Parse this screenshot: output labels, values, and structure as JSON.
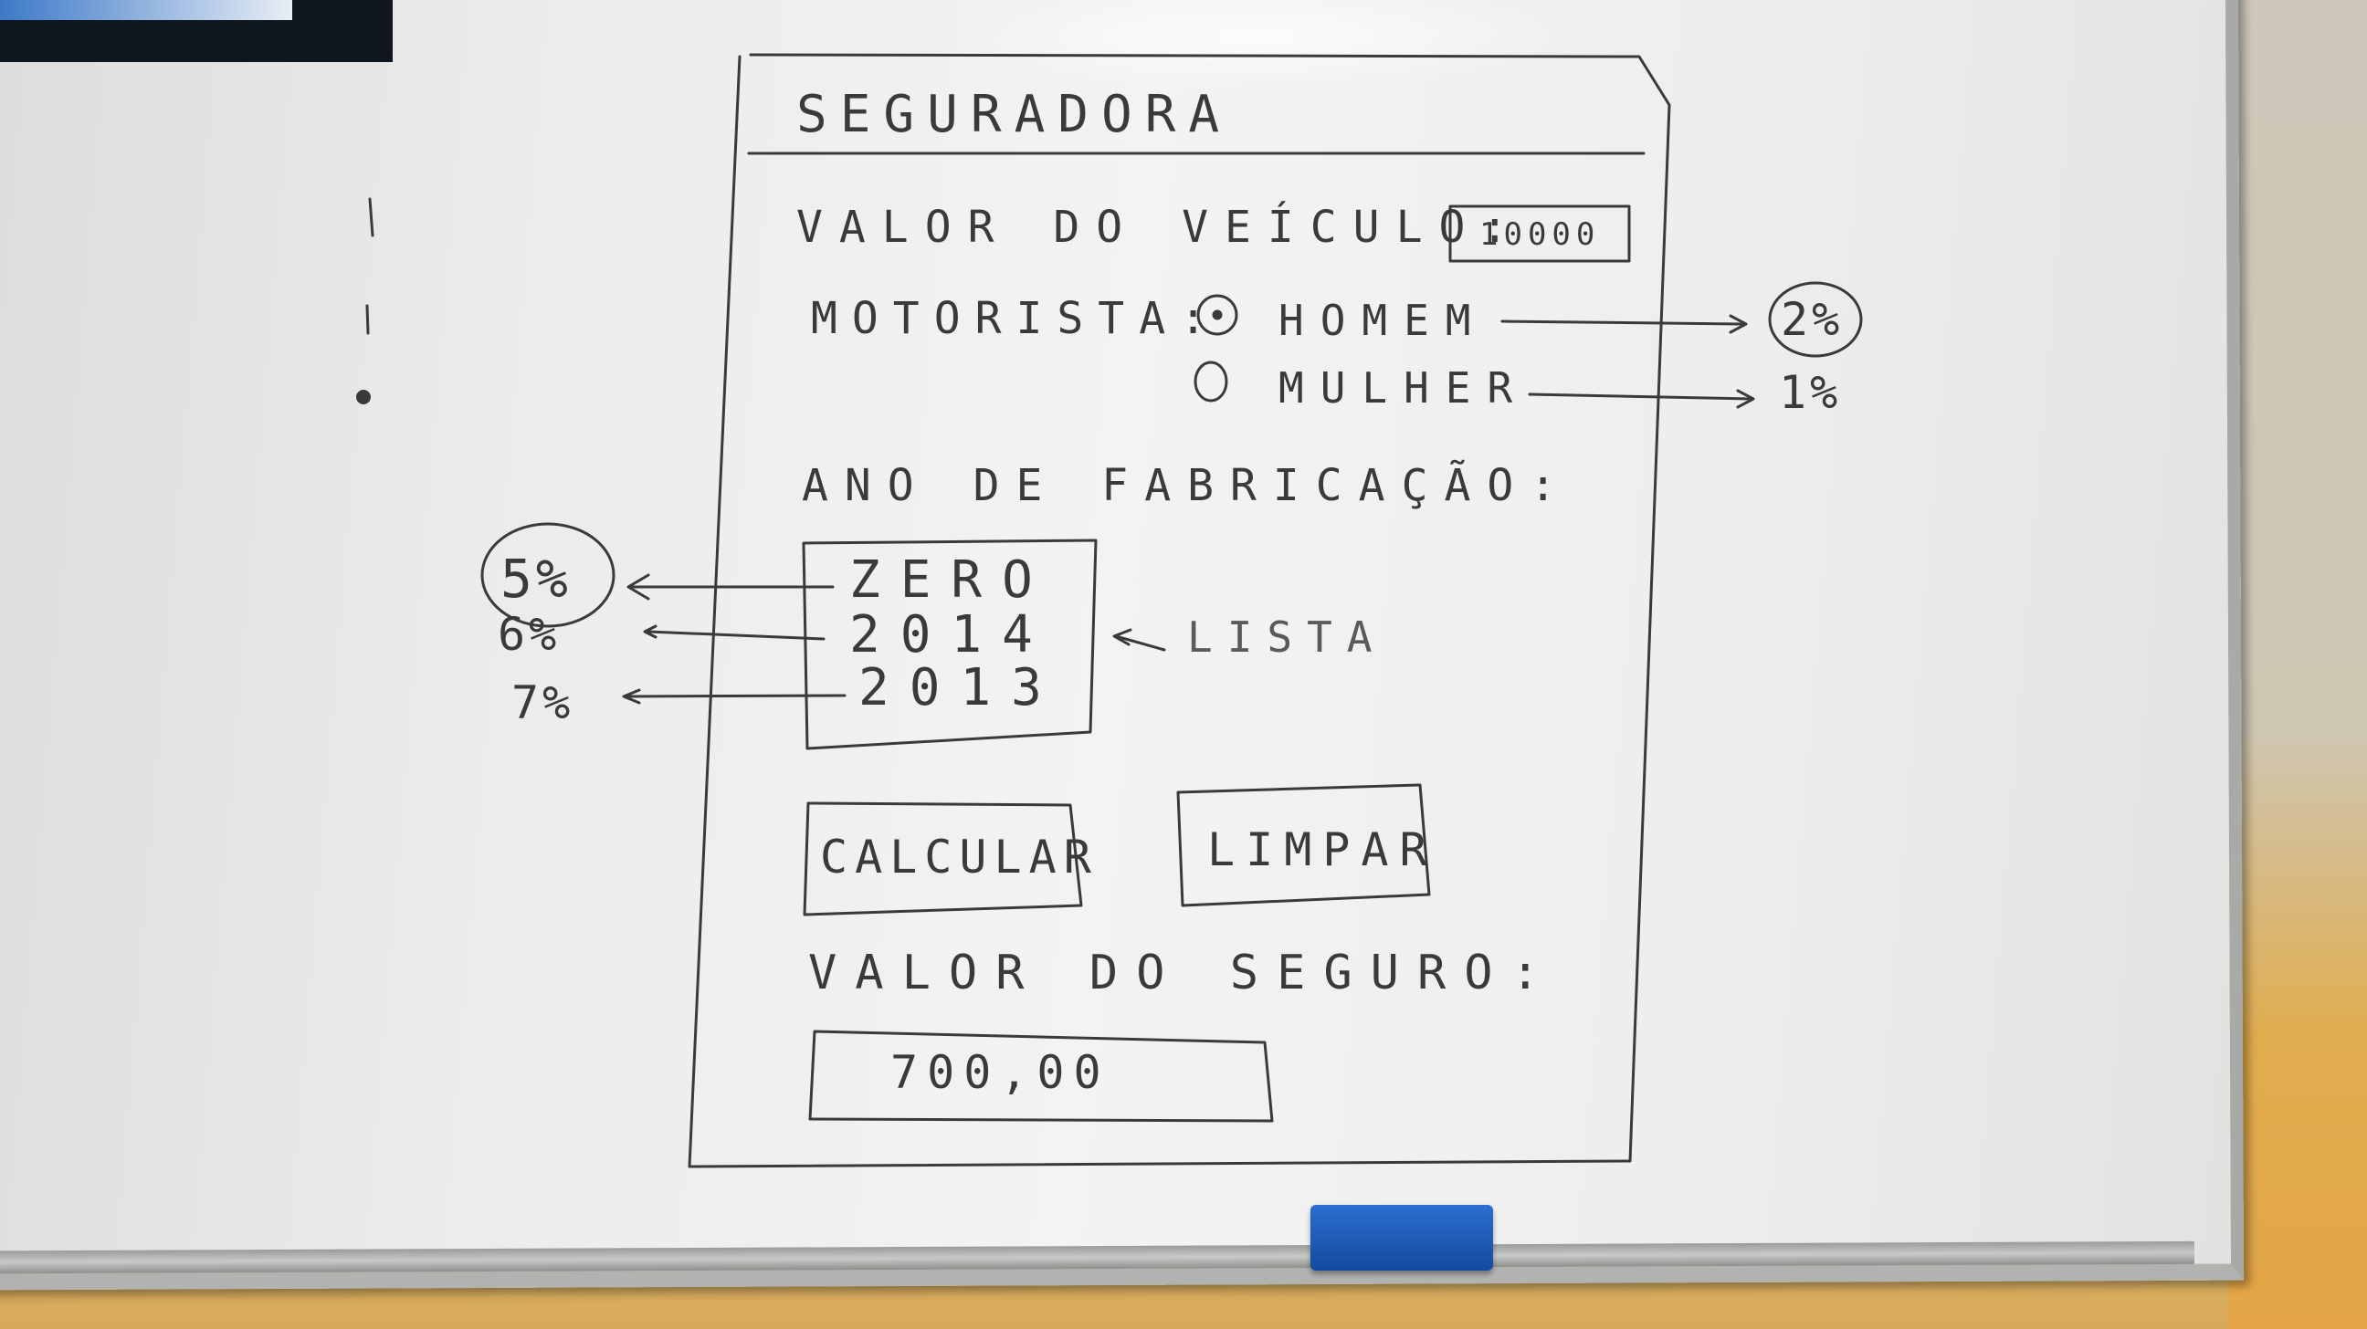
{
  "app": {
    "title": "SEGURADORA"
  },
  "form": {
    "vehicle_value_label": "VALOR DO VEÍCULO:",
    "vehicle_value": "10000",
    "driver_label": "MOTORISTA:",
    "driver_options": [
      {
        "label": "HOMEM",
        "selected": true,
        "rate": "2%"
      },
      {
        "label": "MULHER",
        "selected": false,
        "rate": "1%"
      }
    ],
    "year_label": "ANO DE FABRICAÇÃO:",
    "year_options": [
      {
        "label": "ZERO",
        "rate": "5%"
      },
      {
        "label": "2014",
        "rate": "6%"
      },
      {
        "label": "2013",
        "rate": "7%"
      }
    ],
    "list_annotation": "LISTA",
    "calculate_label": "CALCULAR",
    "clear_label": "LIMPAR",
    "insurance_value_label": "VALOR DO SEGURO:",
    "insurance_value": "700,00"
  },
  "colors": {
    "marker": "#3a3a3c",
    "eraser": "#1f5cb8",
    "board": "#f0f0ee"
  }
}
